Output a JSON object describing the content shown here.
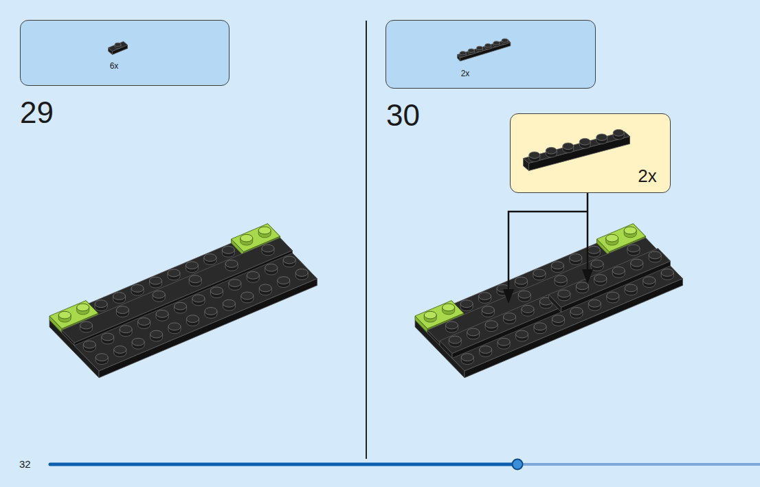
{
  "diagram": {
    "nodes": [
      {
        "text": [
          "6x"
        ]
      },
      {
        "text": [
          "2x"
        ]
      },
      {
        "text": [
          "2x"
        ]
      }
    ],
    "labels": [
      "29",
      "30",
      "32"
    ]
  }
}
